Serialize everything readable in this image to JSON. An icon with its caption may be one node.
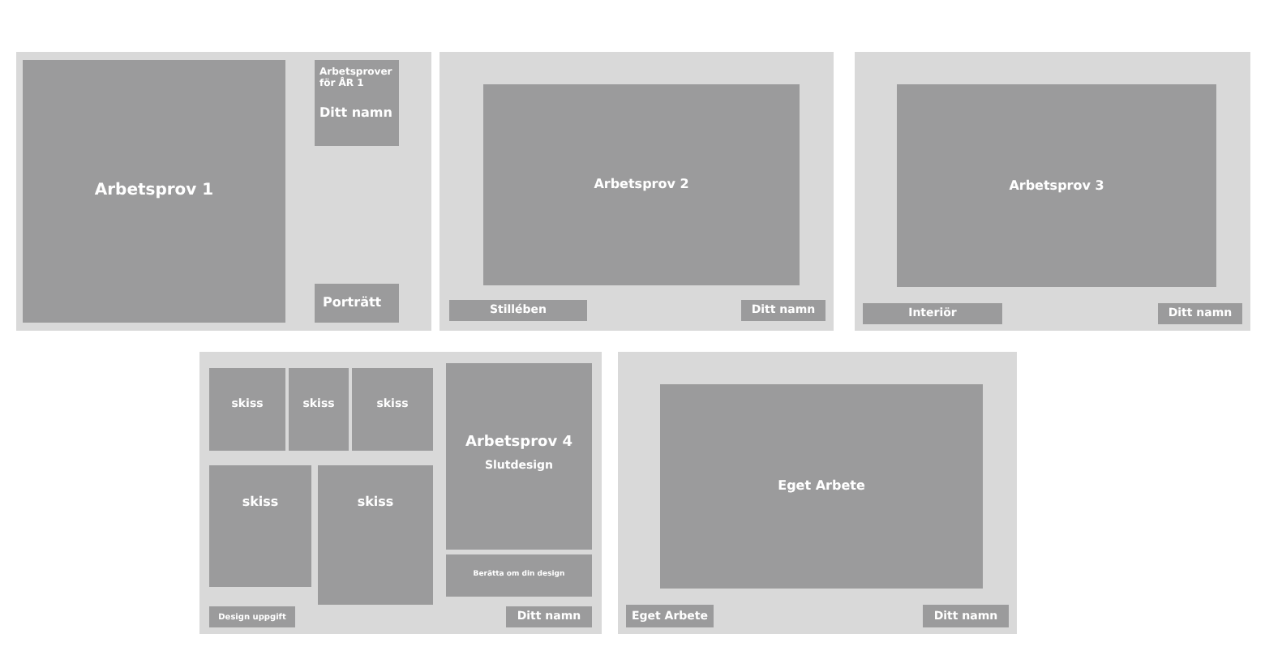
{
  "diagram": {
    "nodes": [
      {
        "text": [],
        "shape": "box"
      },
      {
        "text": [
          "Arbetsprov 1"
        ],
        "in": 0
      },
      {
        "text": [
          "Arbetsprover för ÅR 1",
          "Ditt namn"
        ],
        "in": 0
      },
      {
        "text": [
          "Porträtt"
        ],
        "in": 0
      },
      {
        "text": [],
        "shape": "box"
      },
      {
        "text": [
          "Arbetsprov 2"
        ],
        "in": 4
      },
      {
        "text": [
          "Stillében"
        ],
        "in": 4
      },
      {
        "text": [
          "Ditt namn"
        ],
        "in": 4
      },
      {
        "text": [],
        "shape": "box"
      },
      {
        "text": [
          "Arbetsprov 3"
        ],
        "in": 8
      },
      {
        "text": [
          "Interiör"
        ],
        "in": 8
      },
      {
        "text": [
          "Ditt namn"
        ],
        "in": 8
      },
      {
        "text": [],
        "shape": "box"
      },
      {
        "text": [
          "skiss"
        ],
        "in": 12
      },
      {
        "text": [
          "skiss"
        ],
        "in": 12
      },
      {
        "text": [
          "skiss"
        ],
        "in": 12
      },
      {
        "text": [
          "Arbetsprov 4",
          "Slutdesign"
        ],
        "in": 12
      },
      {
        "text": [
          "skiss"
        ],
        "in": 12
      },
      {
        "text": [
          "skiss"
        ],
        "in": 12
      },
      {
        "text": [
          "Berätta om din design"
        ],
        "in": 12
      },
      {
        "text": [
          "Design uppgift"
        ],
        "in": 12
      },
      {
        "text": [
          "Ditt namn"
        ],
        "in": 12
      },
      {
        "text": [],
        "shape": "box"
      },
      {
        "text": [
          "Eget Arbete"
        ],
        "in": 22
      },
      {
        "text": [
          "Eget Arbete"
        ],
        "in": 22
      },
      {
        "text": [
          "Ditt namn"
        ],
        "in": 22
      }
    ]
  }
}
